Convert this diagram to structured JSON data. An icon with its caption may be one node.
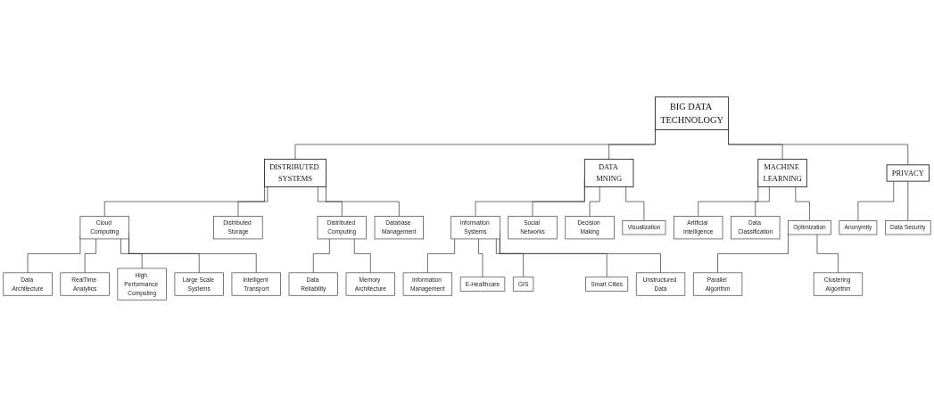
{
  "diagram": {
    "nodes": [
      {
        "text": [
          "BIG DATA TECHNOLOGY"
        ]
      },
      {
        "text": [
          "DISTRIBUTED SYSTEMS"
        ]
      },
      {
        "text": [
          "DATA MNING"
        ]
      },
      {
        "text": [
          "MACHINE LEARNING"
        ]
      },
      {
        "text": [
          "PRIVACY"
        ]
      },
      {
        "text": [
          "Cloud Computing"
        ]
      },
      {
        "text": [
          "Distributed Storage"
        ]
      },
      {
        "text": [
          "Distributed Computing"
        ]
      },
      {
        "text": [
          "Database Management"
        ]
      },
      {
        "text": [
          "Information Systems"
        ]
      },
      {
        "text": [
          "Social Networks"
        ]
      },
      {
        "text": [
          "Decision Making"
        ]
      },
      {
        "text": [
          "Visualization"
        ]
      },
      {
        "text": [
          "Artificial Intelligence"
        ]
      },
      {
        "text": [
          "Data Classification"
        ]
      },
      {
        "text": [
          "Optimization"
        ]
      },
      {
        "text": [
          "Anonymity"
        ]
      },
      {
        "text": [
          "Data Security"
        ]
      },
      {
        "text": [
          "Data Architecture"
        ]
      },
      {
        "text": [
          "RealTime Analytics"
        ]
      },
      {
        "text": [
          "High Performance Computing"
        ]
      },
      {
        "text": [
          "Large Scale Systems"
        ]
      },
      {
        "text": [
          "Intelligent Transport"
        ]
      },
      {
        "text": [
          "Data Reliability"
        ]
      },
      {
        "text": [
          "Memory Architecture"
        ]
      },
      {
        "text": [
          "Information Management"
        ]
      },
      {
        "text": [
          "E-Healthcare"
        ]
      },
      {
        "text": [
          "GIS"
        ]
      },
      {
        "text": [
          "Smart Cities"
        ]
      },
      {
        "text": [
          "Unstructured Data"
        ]
      },
      {
        "text": [
          "Parallel Algorithm"
        ]
      },
      {
        "text": [
          "Clustering Algorithm"
        ]
      }
    ],
    "edges": [
      {
        "from": 0,
        "to": 1,
        "arrow": "none"
      },
      {
        "from": 0,
        "to": 2,
        "arrow": "none"
      },
      {
        "from": 0,
        "to": 3,
        "arrow": "none"
      },
      {
        "from": 0,
        "to": 4,
        "arrow": "none"
      },
      {
        "from": 1,
        "to": 5,
        "arrow": "none"
      },
      {
        "from": 1,
        "to": 6,
        "arrow": "none"
      },
      {
        "from": 1,
        "to": 7,
        "arrow": "none"
      },
      {
        "from": 1,
        "to": 8,
        "arrow": "none"
      },
      {
        "from": 2,
        "to": 9,
        "arrow": "none"
      },
      {
        "from": 2,
        "to": 10,
        "arrow": "none"
      },
      {
        "from": 2,
        "to": 11,
        "arrow": "none"
      },
      {
        "from": 2,
        "to": 12,
        "arrow": "none"
      },
      {
        "from": 3,
        "to": 13,
        "arrow": "none"
      },
      {
        "from": 3,
        "to": 14,
        "arrow": "none"
      },
      {
        "from": 3,
        "to": 15,
        "arrow": "none"
      },
      {
        "from": 4,
        "to": 16,
        "arrow": "none"
      },
      {
        "from": 4,
        "to": 17,
        "arrow": "none"
      },
      {
        "from": 5,
        "to": 18,
        "arrow": "none"
      },
      {
        "from": 5,
        "to": 19,
        "arrow": "none"
      },
      {
        "from": 5,
        "to": 20,
        "arrow": "none"
      },
      {
        "from": 5,
        "to": 21,
        "arrow": "none"
      },
      {
        "from": 5,
        "to": 22,
        "arrow": "none"
      },
      {
        "from": 7,
        "to": 23,
        "arrow": "none"
      },
      {
        "from": 7,
        "to": 24,
        "arrow": "none"
      },
      {
        "from": 9,
        "to": 25,
        "arrow": "none"
      },
      {
        "from": 9,
        "to": 26,
        "arrow": "none"
      },
      {
        "from": 9,
        "to": 27,
        "arrow": "none"
      },
      {
        "from": 9,
        "to": 28,
        "arrow": "none"
      },
      {
        "from": 9,
        "to": 29,
        "arrow": "none"
      },
      {
        "from": 15,
        "to": 30,
        "arrow": "none"
      },
      {
        "from": 15,
        "to": 31,
        "arrow": "none"
      }
    ]
  }
}
